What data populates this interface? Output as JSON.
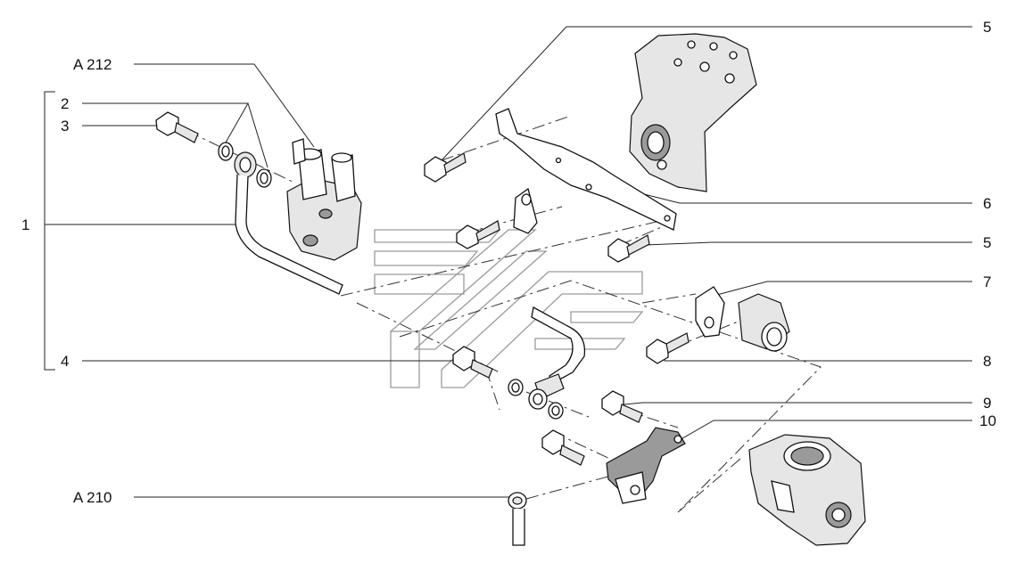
{
  "callouts": {
    "a212": "A 212",
    "a210": "A 210",
    "c1": "1",
    "c2": "2",
    "c3": "3",
    "c4": "4",
    "c5a": "5",
    "c5b": "5",
    "c6": "6",
    "c7": "7",
    "c8": "8",
    "c9": "9",
    "c10": "10"
  }
}
